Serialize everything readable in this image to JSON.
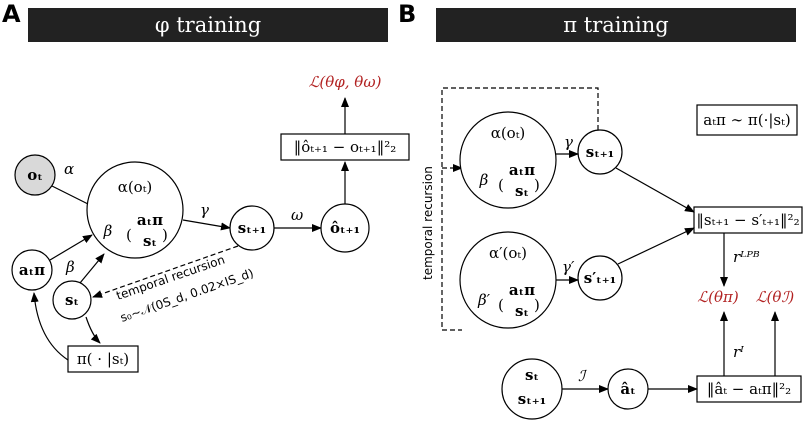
{
  "panel_a": {
    "letter": "A",
    "title": "φ training",
    "nodes": {
      "o_t": "oₜ",
      "alpha_o": "α(oₜ)",
      "beta": "β",
      "a_pi": "aₜπ",
      "s_t": "sₜ",
      "a_t_pi": "aₜπ",
      "s_t_small": "sₜ",
      "s_t1": "sₜ₊₁",
      "o_hat": "ôₜ₊₁"
    },
    "edges": {
      "alpha": "α",
      "beta": "β",
      "gamma": "γ",
      "omega": "ω"
    },
    "recon_box": "‖ôₜ₊₁ − oₜ₊₁‖²₂",
    "loss": "ℒ(θφ, θω)",
    "policy_box": "π( · |sₜ)",
    "recursion_label": "temporal recursion",
    "init_label": "s₀∼𝒩(0S_d, 0.02×IS_d)"
  },
  "panel_b": {
    "letter": "B",
    "title": "π training",
    "policy_box": "aₜπ ∼ π(·|sₜ)",
    "recursion_label": "temporal recursion",
    "nodes": {
      "alpha_o": "α(oₜ)",
      "beta": "β",
      "a_pi": "aₜπ",
      "s_t": "sₜ",
      "s_t1": "sₜ₊₁",
      "alpha_o_p": "α′(oₜ)",
      "beta_p": "β′",
      "a_pi_p": "aₜπ",
      "s_t_p": "sₜ",
      "s_t1_p": "s′ₜ₊₁",
      "in_s_t": "sₜ",
      "in_s_t1": "sₜ₊₁",
      "a_hat": "âₜ"
    },
    "edges": {
      "gamma": "γ",
      "gamma_p": "γ′",
      "r_lpb": "rᴸᴾᴮ",
      "r_i": "rᴵ",
      "i_label": "ℐ"
    },
    "diff_box": "‖sₜ₊₁ − s′ₜ₊₁‖²₂",
    "action_box": "‖âₜ − aₜπ‖²₂",
    "loss_pi": "ℒ(θπ)",
    "loss_i": "ℒ(θℐ)"
  },
  "colors": {
    "title_bar": "#222222",
    "loss_red": "#b22222",
    "gray_node": "#d9d9d9"
  }
}
